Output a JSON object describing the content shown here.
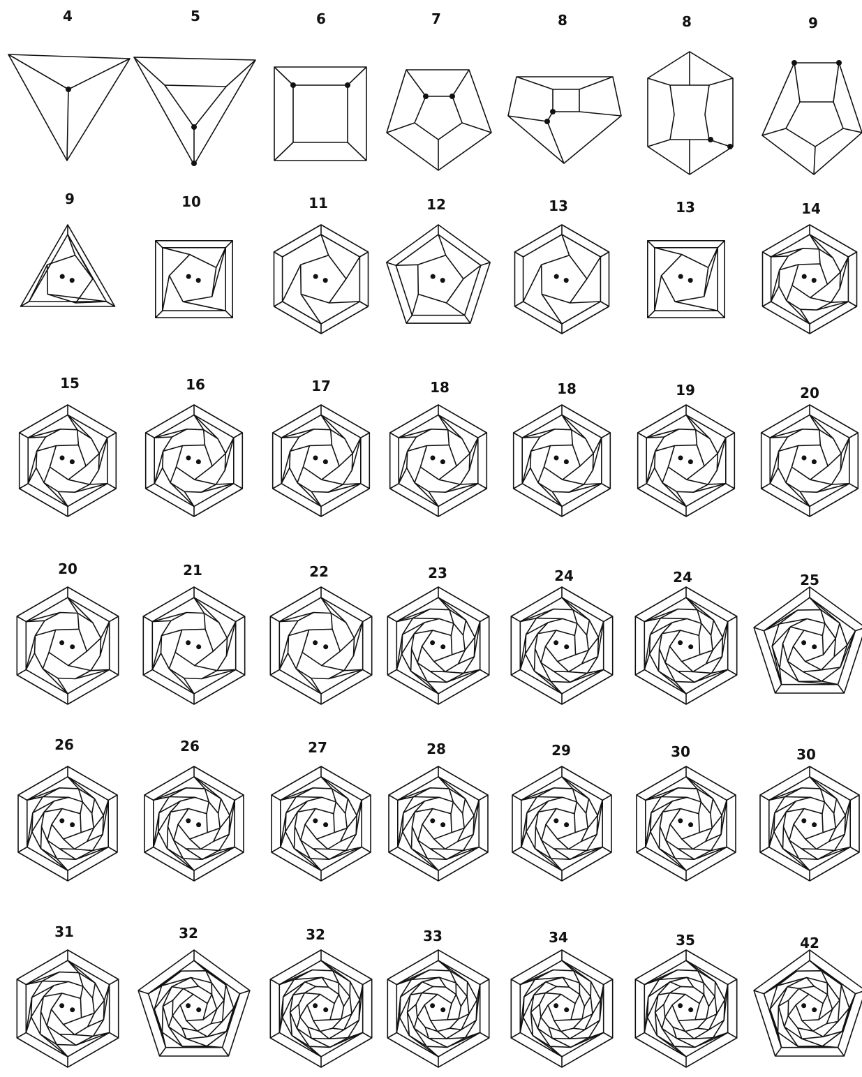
{
  "figure": {
    "stroke_color": "#111111",
    "background": "#ffffff",
    "rows": [
      [
        {
          "label": "4",
          "shape": "triangle-tetrahedron"
        },
        {
          "label": "5",
          "shape": "triangle-prism"
        },
        {
          "label": "6",
          "shape": "square-cube"
        },
        {
          "label": "7",
          "shape": "pentagon-prism"
        },
        {
          "label": "8",
          "shape": "pentagon-fold"
        },
        {
          "label": "8",
          "shape": "hexagon-hour"
        },
        {
          "label": "9",
          "shape": "pentagon-cage"
        }
      ],
      [
        {
          "label": "9",
          "shape": "triangle-cage"
        },
        {
          "label": "10",
          "shape": "square-cage"
        },
        {
          "label": "11",
          "shape": "hexagon-cage"
        },
        {
          "label": "12",
          "shape": "pentagon-dodeca"
        },
        {
          "label": "13",
          "shape": "hexagon-cage"
        },
        {
          "label": "13",
          "shape": "square-cage"
        },
        {
          "label": "14",
          "shape": "hexagon-cage"
        }
      ],
      [
        {
          "label": "15",
          "shape": "hexagon-cage"
        },
        {
          "label": "16",
          "shape": "hexagon-cage"
        },
        {
          "label": "17",
          "shape": "hexagon-cage"
        },
        {
          "label": "18",
          "shape": "hexagon-cage"
        },
        {
          "label": "18",
          "shape": "hexagon-cage"
        },
        {
          "label": "19",
          "shape": "hexagon-cage"
        },
        {
          "label": "20",
          "shape": "hexagon-cage"
        }
      ],
      [
        {
          "label": "20",
          "shape": "hexagon-cage"
        },
        {
          "label": "21",
          "shape": "hexagon-cage"
        },
        {
          "label": "22",
          "shape": "hexagon-cage"
        },
        {
          "label": "23",
          "shape": "hexagon-cage"
        },
        {
          "label": "24",
          "shape": "hexagon-cage"
        },
        {
          "label": "24",
          "shape": "hexagon-cage"
        },
        {
          "label": "25",
          "shape": "pentagon-cage"
        }
      ],
      [
        {
          "label": "26",
          "shape": "hexagon-cage"
        },
        {
          "label": "26",
          "shape": "hexagon-cage"
        },
        {
          "label": "27",
          "shape": "hexagon-cage"
        },
        {
          "label": "28",
          "shape": "hexagon-cage"
        },
        {
          "label": "29",
          "shape": "hexagon-cage"
        },
        {
          "label": "30",
          "shape": "hexagon-cage"
        },
        {
          "label": "30",
          "shape": "hexagon-cage"
        }
      ],
      [
        {
          "label": "31",
          "shape": "hexagon-cage"
        },
        {
          "label": "32",
          "shape": "pentagon-cage"
        },
        {
          "label": "32",
          "shape": "hexagon-cage"
        },
        {
          "label": "33",
          "shape": "hexagon-cage"
        },
        {
          "label": "34",
          "shape": "hexagon-cage"
        },
        {
          "label": "35",
          "shape": "hexagon-cage"
        },
        {
          "label": "42",
          "shape": "pentagon-cage"
        }
      ]
    ]
  }
}
